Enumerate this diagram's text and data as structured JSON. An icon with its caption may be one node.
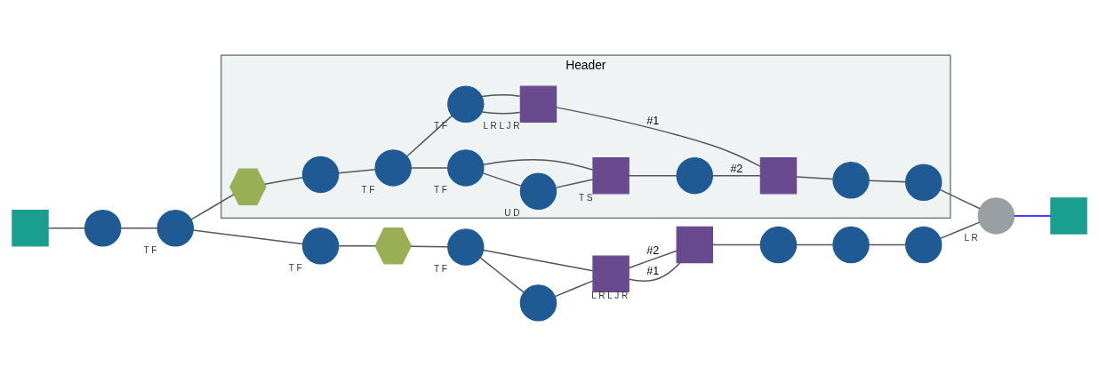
{
  "diagram": {
    "nodes": [
      {
        "text": [],
        "shape": "box"
      },
      {
        "text": [],
        "shape": "circle"
      },
      {
        "text": [],
        "shape": "circle",
        "beside": [
          "T",
          "F"
        ]
      },
      {
        "text": [],
        "shape": "circle",
        "beside": [
          "T",
          "F"
        ]
      },
      {
        "text": [],
        "shape": "hexagon"
      },
      {
        "text": [],
        "shape": "circle",
        "beside": [
          "T",
          "F"
        ]
      },
      {
        "text": [],
        "shape": "box",
        "beside": [
          "L",
          "R",
          "L",
          "J",
          "R"
        ]
      },
      {
        "text": [],
        "shape": "circle"
      },
      {
        "text": [],
        "shape": "box"
      },
      {
        "text": [],
        "shape": "circle"
      },
      {
        "text": [],
        "shape": "circle"
      },
      {
        "text": [],
        "shape": "circle"
      },
      {
        "text": [],
        "shape": "circle",
        "beside": [
          "L",
          "R"
        ]
      },
      {
        "text": [],
        "shape": "box"
      },
      {
        "text": [
          "Header"
        ]
      },
      {
        "text": [],
        "shape": "hexagon",
        "in": 14
      },
      {
        "text": [],
        "shape": "circle",
        "in": 14
      },
      {
        "text": [],
        "shape": "circle",
        "in": 14,
        "beside": [
          "T",
          "F"
        ]
      },
      {
        "text": [],
        "shape": "circle",
        "in": 14,
        "beside": [
          "T",
          "F"
        ]
      },
      {
        "text": [],
        "shape": "circle",
        "in": 14,
        "beside": [
          "T",
          "F"
        ]
      },
      {
        "text": [],
        "shape": "circle",
        "in": 14,
        "beside": [
          "U",
          "D"
        ]
      },
      {
        "text": [],
        "shape": "box",
        "in": 14,
        "beside": [
          "L",
          "R",
          "L",
          "J",
          "R"
        ]
      },
      {
        "text": [],
        "shape": "box",
        "in": 14,
        "beside": [
          "T",
          "S"
        ]
      },
      {
        "text": [],
        "shape": "circle",
        "in": 14
      },
      {
        "text": [],
        "shape": "box",
        "in": 14
      },
      {
        "text": [],
        "shape": "circle",
        "in": 14
      },
      {
        "text": [],
        "shape": "circle",
        "in": 14
      }
    ],
    "edges": [
      {
        "from": 0,
        "to": 1,
        "arrow": "none"
      },
      {
        "from": 1,
        "to": 2,
        "arrow": "none"
      },
      {
        "from": 2,
        "to": 15,
        "arrow": "none"
      },
      {
        "from": 2,
        "to": 3,
        "arrow": "none"
      },
      {
        "from": 3,
        "to": 4,
        "arrow": "none"
      },
      {
        "from": 4,
        "to": 5,
        "arrow": "none"
      },
      {
        "from": 5,
        "to": 6,
        "arrow": "none"
      },
      {
        "from": 5,
        "to": 7,
        "arrow": "none"
      },
      {
        "from": 7,
        "to": 6,
        "arrow": "none"
      },
      {
        "from": 6,
        "to": 8,
        "arrow": "none",
        "label": "#2"
      },
      {
        "from": 6,
        "to": 8,
        "arrow": "none",
        "label": "#1"
      },
      {
        "from": 8,
        "to": 9,
        "arrow": "none"
      },
      {
        "from": 9,
        "to": 10,
        "arrow": "none"
      },
      {
        "from": 10,
        "to": 11,
        "arrow": "none"
      },
      {
        "from": 11,
        "to": 12,
        "arrow": "none"
      },
      {
        "from": 26,
        "to": 12,
        "arrow": "none"
      },
      {
        "from": 12,
        "to": 13,
        "arrow": "none",
        "color": "#0000ff"
      },
      {
        "from": 15,
        "to": 16,
        "arrow": "none"
      },
      {
        "from": 16,
        "to": 17,
        "arrow": "none"
      },
      {
        "from": 17,
        "to": 18,
        "arrow": "none"
      },
      {
        "from": 17,
        "to": 19,
        "arrow": "none"
      },
      {
        "from": 18,
        "to": 22,
        "arrow": "none"
      },
      {
        "from": 18,
        "to": 20,
        "arrow": "none"
      },
      {
        "from": 20,
        "to": 22,
        "arrow": "none"
      },
      {
        "from": 19,
        "to": 21,
        "arrow": "none"
      },
      {
        "from": 19,
        "to": 21,
        "arrow": "none"
      },
      {
        "from": 22,
        "to": 23,
        "arrow": "none"
      },
      {
        "from": 23,
        "to": 24,
        "arrow": "none",
        "label": "#2"
      },
      {
        "from": 21,
        "to": 24,
        "arrow": "none",
        "label": "#1"
      },
      {
        "from": 24,
        "to": 25,
        "arrow": "none"
      },
      {
        "from": 25,
        "to": 26,
        "arrow": "none"
      }
    ]
  }
}
